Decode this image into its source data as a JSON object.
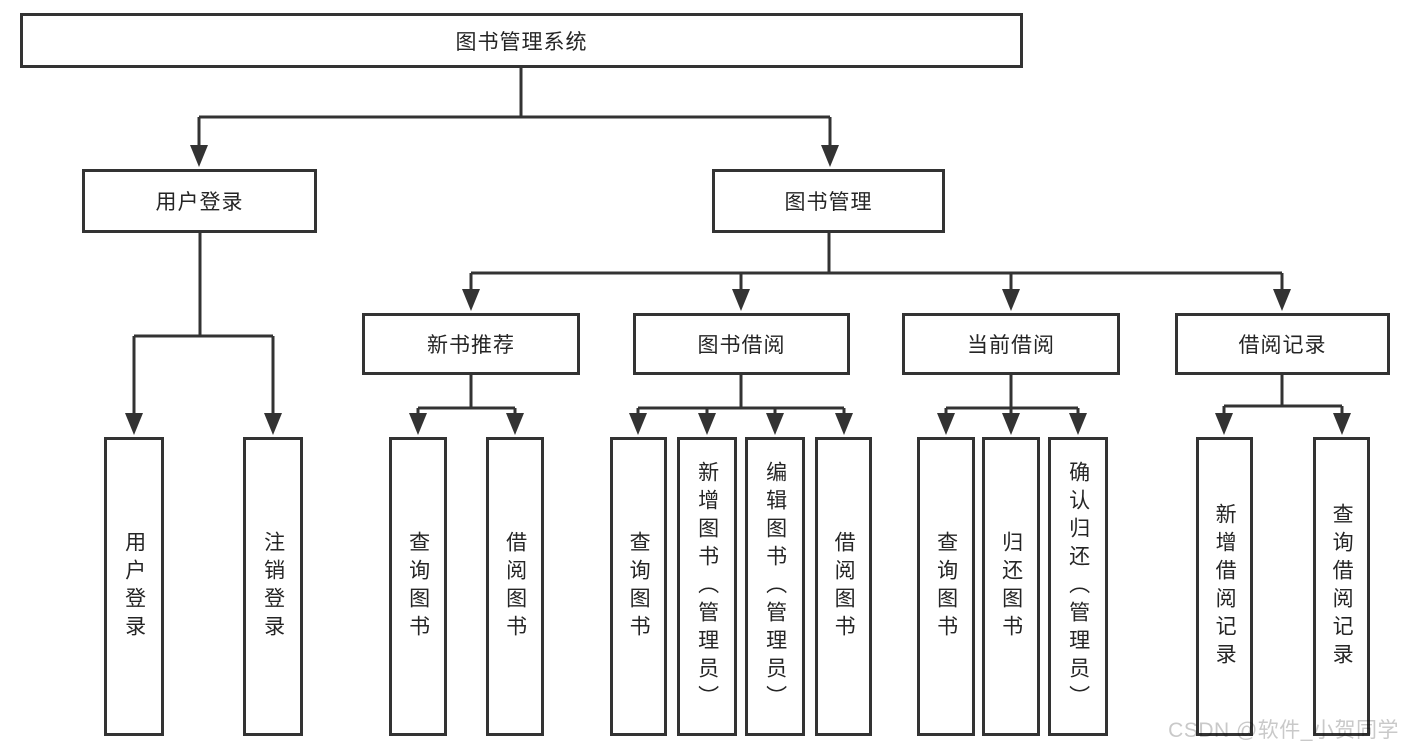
{
  "tree": {
    "label": "图书管理系统",
    "children": [
      {
        "label": "用户登录",
        "children": [
          {
            "label": "用户登录"
          },
          {
            "label": "注销登录"
          }
        ]
      },
      {
        "label": "图书管理",
        "children": [
          {
            "label": "新书推荐",
            "children": [
              {
                "label": "查询图书"
              },
              {
                "label": "借阅图书"
              }
            ]
          },
          {
            "label": "图书借阅",
            "children": [
              {
                "label": "查询图书"
              },
              {
                "label": "新增图书（管理员）"
              },
              {
                "label": "编辑图书（管理员）"
              },
              {
                "label": "借阅图书"
              }
            ]
          },
          {
            "label": "当前借阅",
            "children": [
              {
                "label": "查询图书"
              },
              {
                "label": "归还图书"
              },
              {
                "label": "确认归还（管理员）"
              }
            ]
          },
          {
            "label": "借阅记录",
            "children": [
              {
                "label": "新增借阅记录"
              },
              {
                "label": "查询借阅记录"
              }
            ]
          }
        ]
      }
    ]
  },
  "watermark": {
    "text": "CSDN @软件_小贺同学"
  },
  "colors": {
    "line": "#333333",
    "border": "#333333",
    "text": "#252525",
    "watermark": "#c9c9c9",
    "background": "#ffffff"
  }
}
